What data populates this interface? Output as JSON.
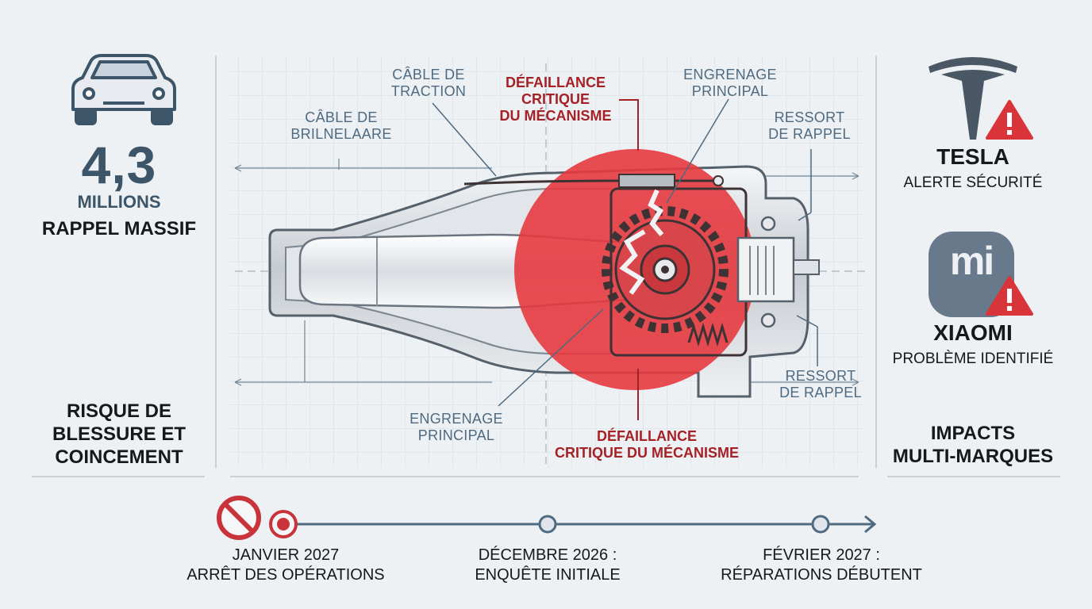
{
  "left_panel": {
    "stat_value": "4,3",
    "stat_unit": "MILLIONS",
    "stat_caption": "RAPPEL MASSIF",
    "risk_line1": "RISQUE DE",
    "risk_line2": "BLESSURE ET",
    "risk_line3": "COINCEMENT"
  },
  "diagram": {
    "callouts": {
      "cable_traction_1": "CÂBLE DE",
      "cable_traction_2": "TRACTION",
      "cable_frein_1": "CÂBLE DE",
      "cable_frein_2": "BRILNELAARE",
      "failure_top_1": "DÉFAILLANCE",
      "failure_top_2": "CRITIQUE",
      "failure_top_3": "DU MÉCANISME",
      "gear_top_1": "ENGRENAGE",
      "gear_top_2": "PRINCIPAL",
      "spring_top_1": "RESSORT",
      "spring_top_2": "DE RAPPEL",
      "spring_bottom_1": "RESSORT",
      "spring_bottom_2": "DE RAPPEL",
      "gear_bottom_1": "ENGRENAGE",
      "gear_bottom_2": "PRINCIPAL",
      "failure_bottom_1": "DÉFAILLANCE",
      "failure_bottom_2": "CRITIQUE DU MÉCANISME"
    },
    "colors": {
      "alert_red": "#e53a3f",
      "dark_red": "#a52126",
      "blueprint": "#4e6a80"
    }
  },
  "right_panel": {
    "brand1_name": "TESLA",
    "brand1_sub": "ALERTE SÉCURITÉ",
    "brand2_logo": "mi",
    "brand2_name": "XIAOMI",
    "brand2_sub": "PROBLÈME IDENTIFIÉ",
    "impact_line1": "IMPACTS",
    "impact_line2": "MULTI-MARQUES"
  },
  "timeline": {
    "events": [
      {
        "date": "JANVIER 2027",
        "desc": "ARRÊT DES OPÉRATIONS"
      },
      {
        "date": "DÉCEMBRE 2026 :",
        "desc": "ENQUÊTE INITIALE"
      },
      {
        "date": "FÉVRIER 2027 :",
        "desc": "RÉPARATIONS DÉBUTENT"
      }
    ]
  }
}
